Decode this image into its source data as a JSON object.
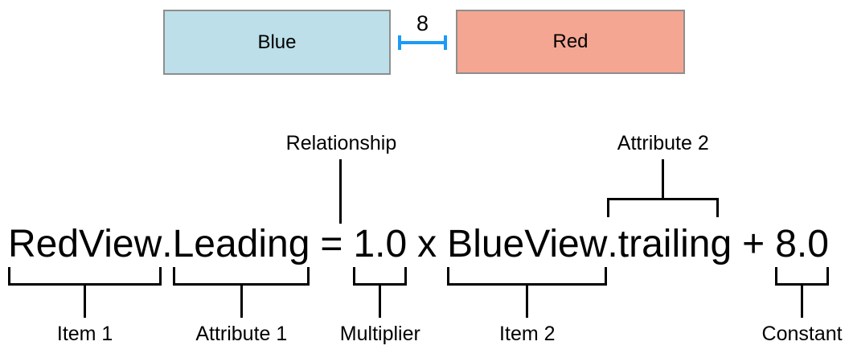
{
  "views": {
    "blue_label": "Blue",
    "red_label": "Red",
    "spacing_value": "8"
  },
  "equation": {
    "item1": "RedView",
    "attribute1": ".Leading",
    "relation": "=",
    "multiplier": "1.0",
    "multiply_sign": "x",
    "item2": "BlueView",
    "attribute2": ".trailing",
    "plus_sign": "+",
    "constant": "8.0"
  },
  "annotations": {
    "relationship": "Relationship",
    "attribute2": "Attribute 2",
    "item1": "Item 1",
    "attribute1": "Attribute 1",
    "multiplier": "Multiplier",
    "item2": "Item 2",
    "constant": "Constant"
  },
  "colors": {
    "blue_view_fill": "#BCDFE9",
    "red_view_fill": "#F4A693",
    "view_border": "#8E8E8E",
    "spacing_indicator_blue": "#1C9AF6",
    "line_and_text": "#000000",
    "background": "#FFFFFF"
  }
}
